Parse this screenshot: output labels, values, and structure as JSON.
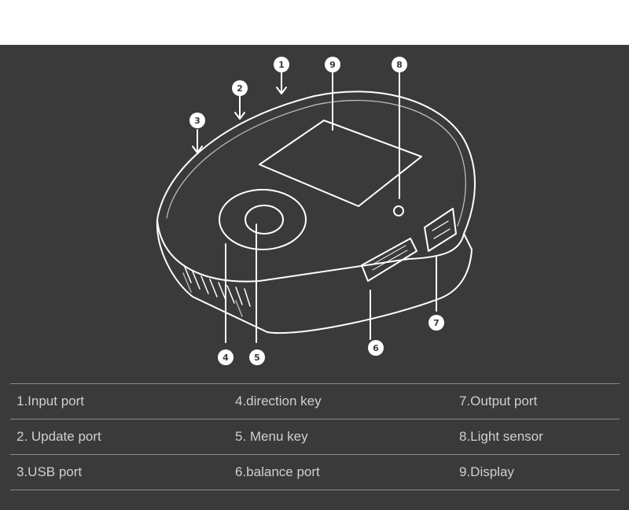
{
  "callouts": [
    "1",
    "2",
    "3",
    "4",
    "5",
    "6",
    "7",
    "8",
    "9"
  ],
  "legend": {
    "rows": [
      [
        "1.Input port",
        "4.direction key",
        "7.Output port"
      ],
      [
        "2. Update port",
        "5. Menu key",
        "8.Light sensor"
      ],
      [
        "3.USB port",
        "6.balance port",
        "9.Display"
      ]
    ]
  },
  "colors": {
    "background": "#3a3a3a",
    "outline": "#ffffff",
    "legend_text": "#cfcfcf",
    "divider": "#8a8a8a"
  }
}
